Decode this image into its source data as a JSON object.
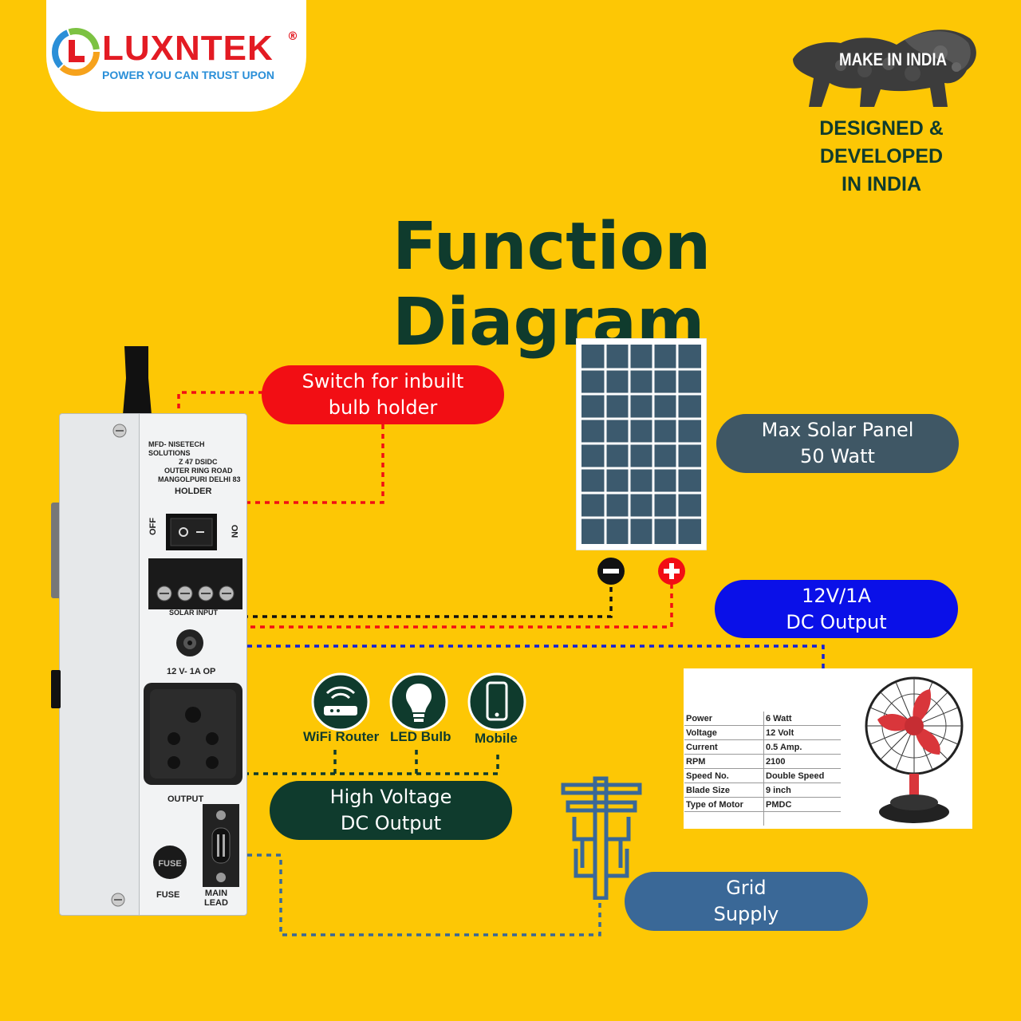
{
  "brand": {
    "name": "LUXNTEK",
    "registered": "®",
    "tagline": "POWER YOU CAN TRUST UPON"
  },
  "badge": {
    "make_in_india": "MAKE IN INDIA",
    "designed_line1": "DESIGNED & DEVELOPED",
    "designed_line2": "IN INDIA"
  },
  "title": "Function Diagram",
  "callouts": {
    "switch": [
      "Switch for inbuilt",
      "bulb holder"
    ],
    "solar": [
      "Max Solar Panel",
      "50 Watt"
    ],
    "dc12": [
      "12V/1A",
      "DC Output"
    ],
    "hvdc": [
      "High Voltage",
      "DC Output"
    ],
    "grid": [
      "Grid",
      "Supply"
    ]
  },
  "device": {
    "maker_lines": [
      "MFD- NISETECH SOLUTIONS",
      "Z 47 DSIDC",
      "OUTER RING ROAD",
      "MANGOLPURI DELHI 83"
    ],
    "holder": "HOLDER",
    "off": "OFF",
    "on": "ON",
    "solar_input": "SOLAR INPUT",
    "op12": "12 V- 1A OP",
    "output": "OUTPUT",
    "fuse": "FUSE",
    "fuse_cap": "FUSE",
    "main_lead": [
      "MAIN",
      "LEAD"
    ]
  },
  "devices": [
    "WiFi Router",
    "LED Bulb",
    "Mobile"
  ],
  "fan_specs": [
    {
      "k": "Power",
      "v": "6 Watt"
    },
    {
      "k": "Voltage",
      "v": "12 Volt"
    },
    {
      "k": "Current",
      "v": "0.5 Amp."
    },
    {
      "k": "RPM",
      "v": "2100"
    },
    {
      "k": "Speed No.",
      "v": "Double Speed"
    },
    {
      "k": "Blade Size",
      "v": "9 inch"
    },
    {
      "k": "Type of Motor",
      "v": "PMDC"
    }
  ],
  "colors": {
    "background": "#FDC705",
    "brand_red": "#E31B23",
    "dark_green": "#0F3B2D",
    "switch_red": "#F20E14",
    "dc_blue": "#0A10E8",
    "grid_blue": "#3A6897",
    "slate": "#3F5765"
  }
}
